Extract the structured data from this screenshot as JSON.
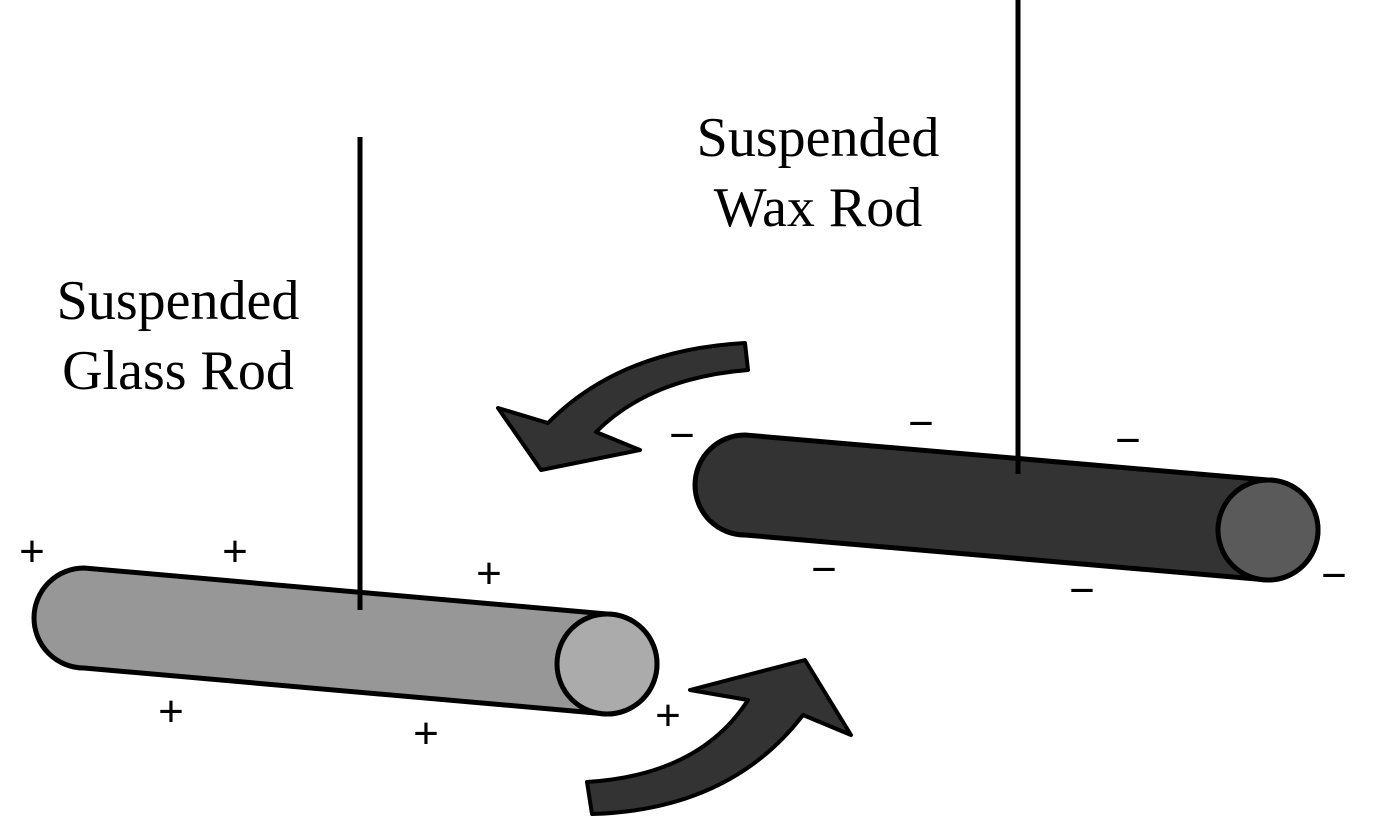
{
  "labels": {
    "glass_rod": [
      "Suspended",
      "Glass Rod"
    ],
    "wax_rod": [
      "Suspended",
      "Wax Rod"
    ]
  },
  "charges": {
    "glass_rod_sign": "+",
    "wax_rod_sign": "−"
  },
  "colors": {
    "glass_rod_body": "#979797",
    "glass_rod_end": "#ababab",
    "wax_rod_body": "#333333",
    "wax_rod_end": "#5a5a5a",
    "arrow": "#333333",
    "outline": "#000000",
    "background": "#ffffff"
  }
}
